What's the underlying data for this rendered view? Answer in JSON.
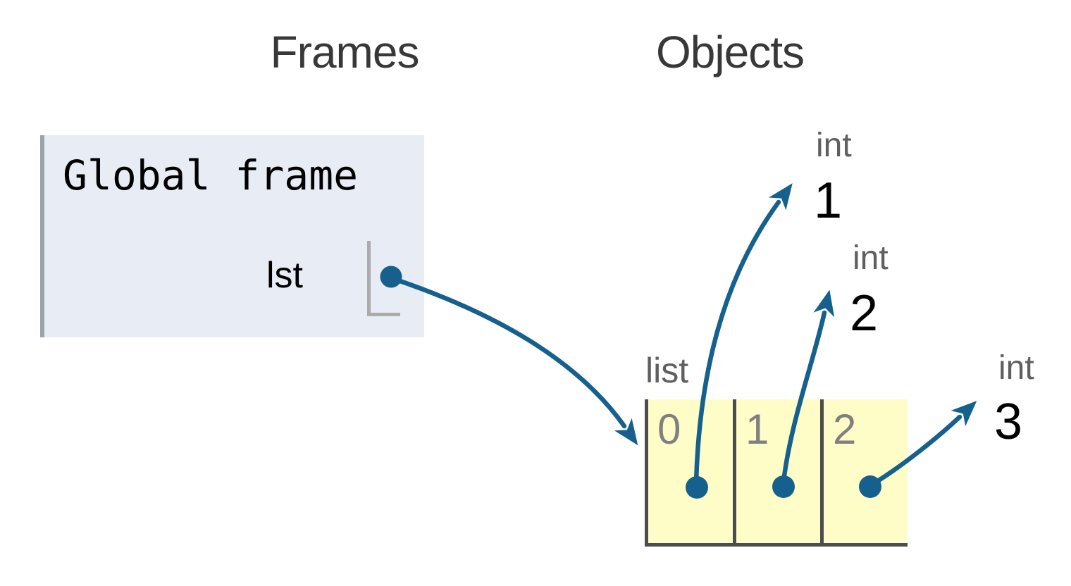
{
  "headers": {
    "frames_label": "Frames",
    "objects_label": "Objects"
  },
  "global_frame": {
    "title": "Global frame",
    "variables": [
      {
        "name": "lst",
        "points_to": "list"
      }
    ]
  },
  "heap": {
    "list": {
      "type_label": "list",
      "cells": [
        {
          "index": "0",
          "points_to": "int 1"
        },
        {
          "index": "1",
          "points_to": "int 2"
        },
        {
          "index": "2",
          "points_to": "int 3"
        }
      ]
    },
    "ints": [
      {
        "type_label": "int",
        "value": "1"
      },
      {
        "type_label": "int",
        "value": "2"
      },
      {
        "type_label": "int",
        "value": "3"
      }
    ]
  },
  "colors": {
    "arrow": "#15608c",
    "frame-bg": "#e7ecf5",
    "frame-border": "#9ba3ab",
    "cell-bg": "#fefdc8",
    "cell-border": "#4d4d4d",
    "anon-border": "#ababab",
    "type-label": "#5f5f5f",
    "index-label": "#808080",
    "header-text": "#383838",
    "value-text": "#000000"
  }
}
